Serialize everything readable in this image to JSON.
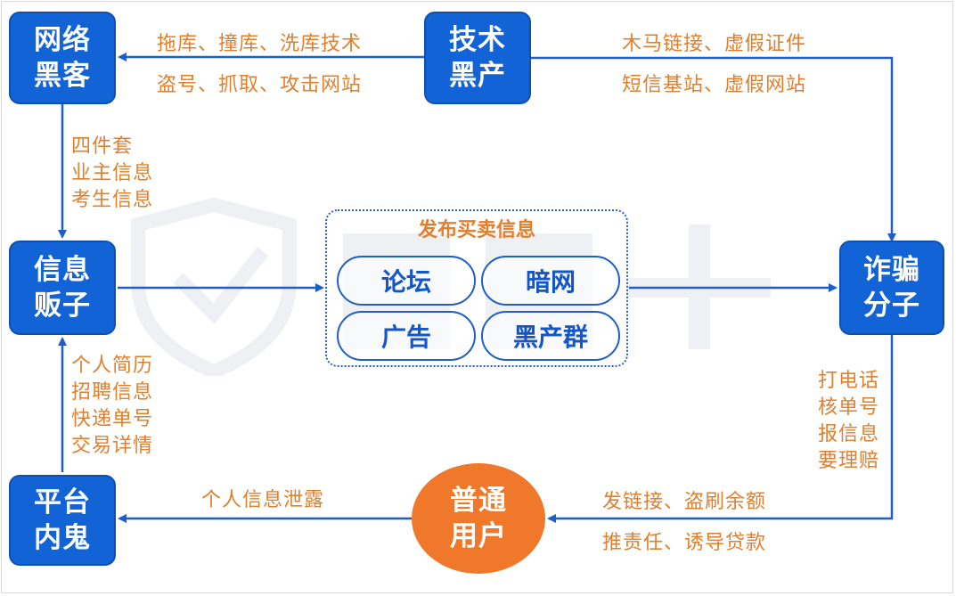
{
  "nodes": {
    "hacker": [
      "网络",
      "黑客"
    ],
    "tech": [
      "技术",
      "黑产"
    ],
    "broker": [
      "信息",
      "贩子"
    ],
    "scammer": [
      "诈骗",
      "分子"
    ],
    "insider": [
      "平台",
      "内鬼"
    ],
    "user": [
      "普通",
      "用户"
    ]
  },
  "labels": {
    "tech_to_hacker": [
      "拖库、撞库、洗库技术",
      "盗号、抓取、攻击网站"
    ],
    "tech_to_scammer": [
      "木马链接、虚假证件",
      "短信基站、虚假网站"
    ],
    "hacker_to_broker": [
      "四件套",
      "业主信息",
      "考生信息"
    ],
    "insider_to_broker": [
      "个人简历",
      "招聘信息",
      "快递单号",
      "交易详情"
    ],
    "scammer_to_user_methods": [
      "打电话",
      "核单号",
      "报信息",
      "要理赔"
    ],
    "scammer_to_user": [
      "发链接、盗刷余额",
      "推责任、诱导贷款"
    ],
    "user_to_insider": "个人信息泄露"
  },
  "hub": {
    "title": "发布买卖信息",
    "channels": [
      "论坛",
      "暗网",
      "广告",
      "黑产群"
    ]
  },
  "colors": {
    "node_blue": "#1263d6",
    "user_orange": "#f0782a",
    "arrow_blue": "#1d5ec9",
    "label_orange": "#e27f2e"
  }
}
